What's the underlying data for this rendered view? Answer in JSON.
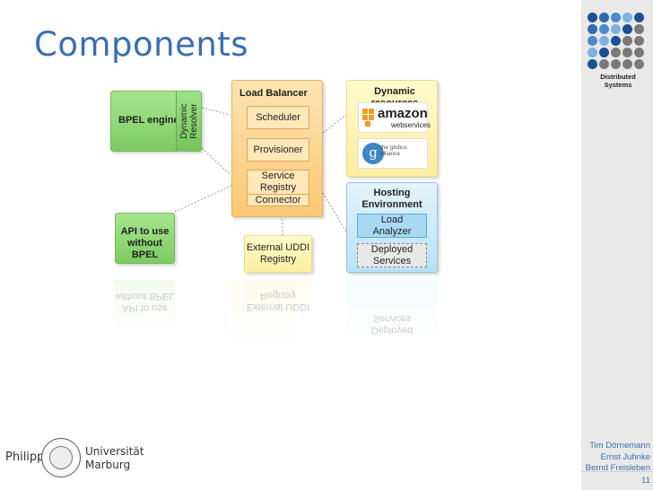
{
  "slide": {
    "title": "Components",
    "page_number": "11"
  },
  "branding": {
    "group_caption": "Distributed Systems",
    "university_prefix": "Philipps",
    "university_line1": "Universität",
    "university_line2": "Marburg"
  },
  "authors": [
    "Tim Dörnemann",
    "Ernst Juhnke",
    "Bernd Freisleben"
  ],
  "diagram": {
    "bpel_engine": "BPEL engine",
    "dynamic_resolver_line1": "Dynamic",
    "dynamic_resolver_line2": "Resolver",
    "api_line1": "API to use",
    "api_line2": "without BPEL",
    "load_balancer": "Load Balancer",
    "scheduler": "Scheduler",
    "provisioner": "Provisioner",
    "service_registry_line1": "Service",
    "service_registry_line2": "Registry",
    "connector": "Connector",
    "external_uddi_line1": "External UDDI",
    "external_uddi_line2": "Registry",
    "dynamic_resources": "Dynamic resources",
    "amazon_line1": "amazon",
    "amazon_line2": "webservices",
    "globus": "the globus alliance",
    "hosting_line1": "Hosting",
    "hosting_line2": "Environment",
    "load_analyzer_line1": "Load",
    "load_analyzer_line2": "Analyzer",
    "deployed_line1": "Deployed",
    "deployed_line2": "Services"
  },
  "colors": {
    "title": "#3a6fb0",
    "green_box": "#7ccb61",
    "orange_box": "#fbc872",
    "yellow_box": "#fbeea0",
    "blue_box": "#b8e1f6",
    "amazon_orange": "#f29b26"
  }
}
